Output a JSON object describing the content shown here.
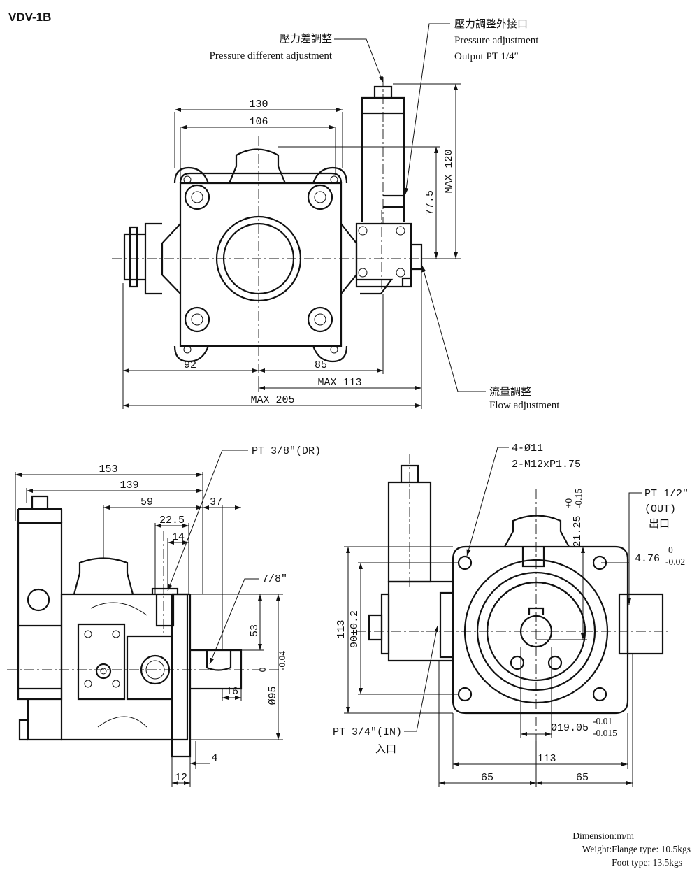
{
  "title": "VDV-1B",
  "callouts": {
    "pressure_diff_zh": "壓力差調整",
    "pressure_diff_en": "Pressure different adjustment",
    "pressure_out_zh": "壓力調整外接口",
    "pressure_out_en1": "Pressure adjustment",
    "pressure_out_en2": "Output   PT  1/4″",
    "flow_zh": "流量調整",
    "flow_en": "Flow adjustment",
    "drain": "PT 3/8″(DR)",
    "seven_eighths": "7/8″",
    "holes_1": "4-Ø11",
    "holes_2": "2-M12xP1.75",
    "out_1": "PT 1/2″",
    "out_2": "(OUT)",
    "out_zh": "出口",
    "in_1": "PT 3/4″(IN)",
    "in_zh": "入口"
  },
  "dims_top": {
    "d130": "130",
    "d106": "106",
    "d92": "92",
    "d85": "85",
    "max113": "MAX 113",
    "max205": "MAX 205",
    "max120": "MAX 120",
    "d77_5": "77.5"
  },
  "dims_side": {
    "d153": "153",
    "d139": "139",
    "d59": "59",
    "d37": "37",
    "d22_5": "22.5",
    "d14": "14",
    "d53": "53",
    "d16": "16",
    "d4": "4",
    "d12": "12",
    "dia95": "Ø95",
    "dia95_up": "0",
    "dia95_low": "-0.04"
  },
  "dims_front": {
    "d113v": "113",
    "d90": "90±0.2",
    "d21_25": "21.25",
    "d21_up": "+0",
    "d21_low": "-0.15",
    "d4_76": "4.76",
    "d4_up": "0",
    "d4_low": "-0.02",
    "dia19": "Ø19.05",
    "dia19_up": "-0.01",
    "dia19_low": "-0.015",
    "d113h": "113",
    "d65a": "65",
    "d65b": "65"
  },
  "notes": {
    "dimension": "Dimension:m/m",
    "weight": "Weight:Flange type: 10.5kgs",
    "foot": "Foot type: 13.5kgs"
  }
}
